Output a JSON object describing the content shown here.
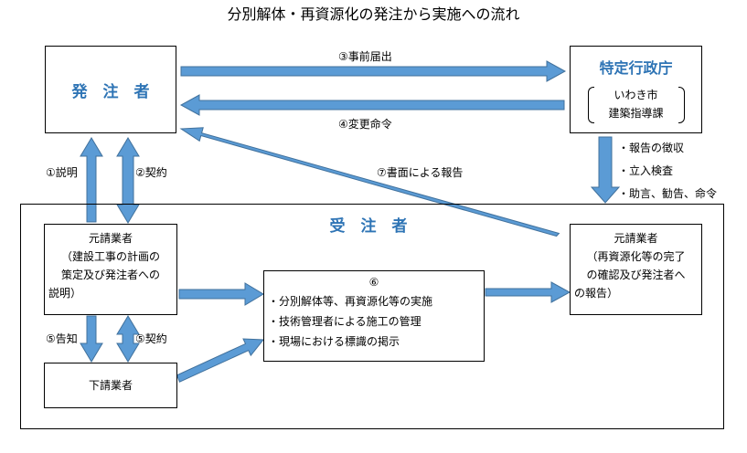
{
  "title": "分別解体・再資源化の発注から実施への流れ",
  "orderer": {
    "label": "発　注　者"
  },
  "government": {
    "label": "特定行政庁",
    "sub_line1": "いわき市",
    "sub_line2": "建築指導課",
    "duties": [
      "・報告の徴収",
      "・立入検査",
      "・助言、勧告、命令"
    ]
  },
  "contractor_area": {
    "label": "受　注　者"
  },
  "prime_left": {
    "line1": "元請業者",
    "line2": "（建設工事の計画の",
    "line3": "策定及び発注者への",
    "line4": "説明）"
  },
  "sub": {
    "label": "下請業者"
  },
  "work": {
    "number": "⑥",
    "items": [
      "・分別解体等、再資源化等の実施",
      "・技術管理者による施工の管理",
      "・現場における標識の掲示"
    ]
  },
  "prime_right": {
    "line1": "元請業者",
    "line2": "（再資源化等の完了",
    "line3": "の確認及び発注者へ",
    "line4": "の報告）"
  },
  "arrows": {
    "notice": "③事前届出",
    "change_order": "④変更命令",
    "explain": "①説明",
    "contract": "②契約",
    "written_report": "⑦書面による報告",
    "inform": "⑤告知",
    "sub_contract": "⑤契約"
  },
  "colors": {
    "arrow_fill": "#5b9bd5",
    "arrow_stroke": "#41719c",
    "accent_text": "#2e74b5"
  }
}
